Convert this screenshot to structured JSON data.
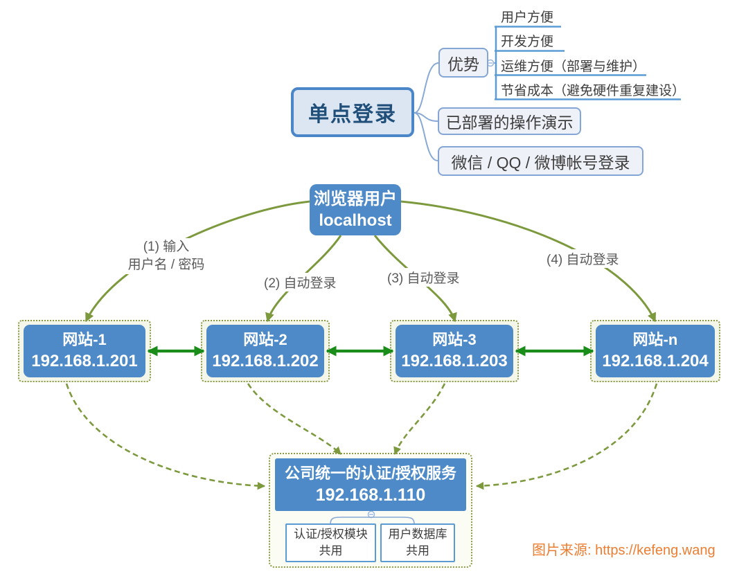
{
  "mindmap": {
    "root_label": "单点登录",
    "advantages": {
      "label": "优势",
      "items": [
        "用户方便",
        "开发方便",
        "运维方便（部署与维护）",
        "节省成本（避免硬件重复建设）"
      ]
    },
    "branch_demo": "已部署的操作演示",
    "branch_social": "微信 / QQ / 微博帐号登录",
    "collapse_glyph": "−"
  },
  "browser": {
    "line1": "浏览器用户",
    "line2": "localhost"
  },
  "relations": {
    "r1_line1": "(1) 输入",
    "r1_line2": "用户名 / 密码",
    "r2": "(2) 自动登录",
    "r3": "(3) 自动登录",
    "r4": "(4) 自动登录"
  },
  "websites": [
    {
      "name": "网站-1",
      "ip": "192.168.1.201"
    },
    {
      "name": "网站-2",
      "ip": "192.168.1.202"
    },
    {
      "name": "网站-3",
      "ip": "192.168.1.203"
    },
    {
      "name": "网站-n",
      "ip": "192.168.1.204"
    }
  ],
  "auth": {
    "title": "公司统一的认证/授权服务",
    "ip": "192.168.1.110",
    "modules": [
      {
        "line1": "认证/授权模块",
        "line2": "共用"
      },
      {
        "line1": "用户数据库",
        "line2": "共用"
      }
    ]
  },
  "source": {
    "label": "图片来源:",
    "url": "https://kefeng.wang"
  },
  "colors": {
    "node_blue": "#4e8ac8",
    "root_fill": "#dce6f3",
    "root_border": "#4a86c8",
    "root_text": "#1f4e79",
    "branch_border": "#84a6d6",
    "underline_blue": "#5b9bd5",
    "olive_edge": "#7c9a3d",
    "dotted_border": "#8a9a46",
    "green_arrow": "#1a8c1a",
    "label_gray": "#595959",
    "source_orange": "#ed7d31"
  }
}
